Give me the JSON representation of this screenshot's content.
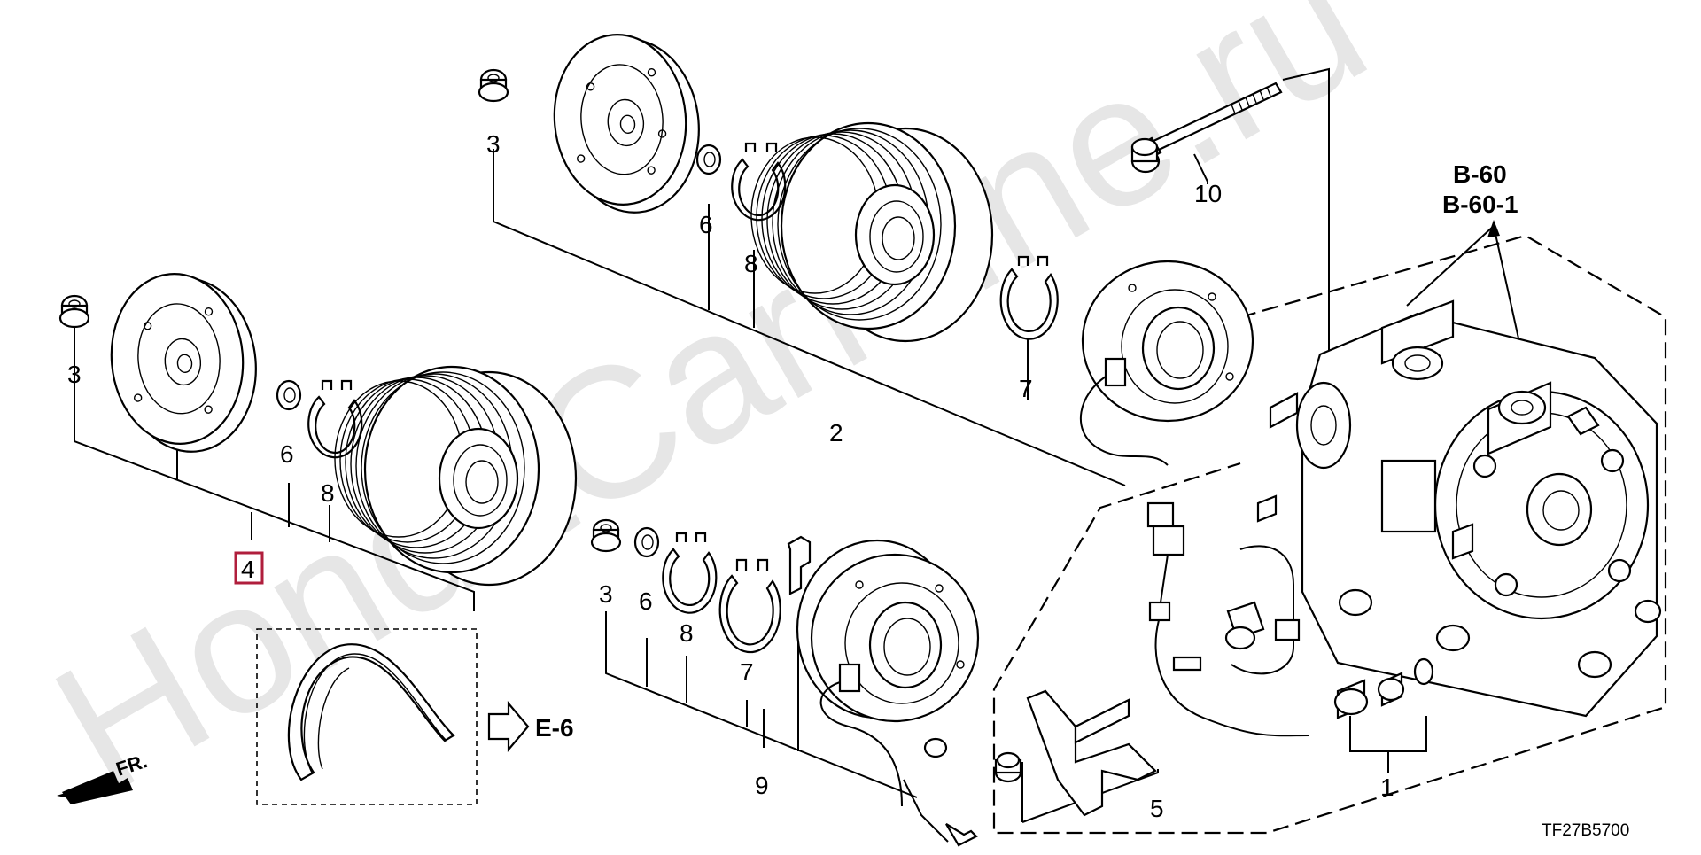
{
  "watermark": "HondaCarMine.ru",
  "diagram_code": "TF27B5700",
  "front_marker": "FR.",
  "references": {
    "belt": "E-6",
    "compressor_line1": "B-60",
    "compressor_line2": "B-60-1"
  },
  "callouts": {
    "c1": "1",
    "c2": "2",
    "c3a": "3",
    "c3b": "3",
    "c3c": "3",
    "c4": "4",
    "c5": "5",
    "c6a": "6",
    "c6b": "6",
    "c6c": "6",
    "c7a": "7",
    "c7b": "7",
    "c8a": "8",
    "c8b": "8",
    "c8c": "8",
    "c9": "9",
    "c10": "10"
  },
  "colors": {
    "highlight_box": "#b01e3c",
    "line": "#000000",
    "watermark": "#e6e6e6"
  }
}
